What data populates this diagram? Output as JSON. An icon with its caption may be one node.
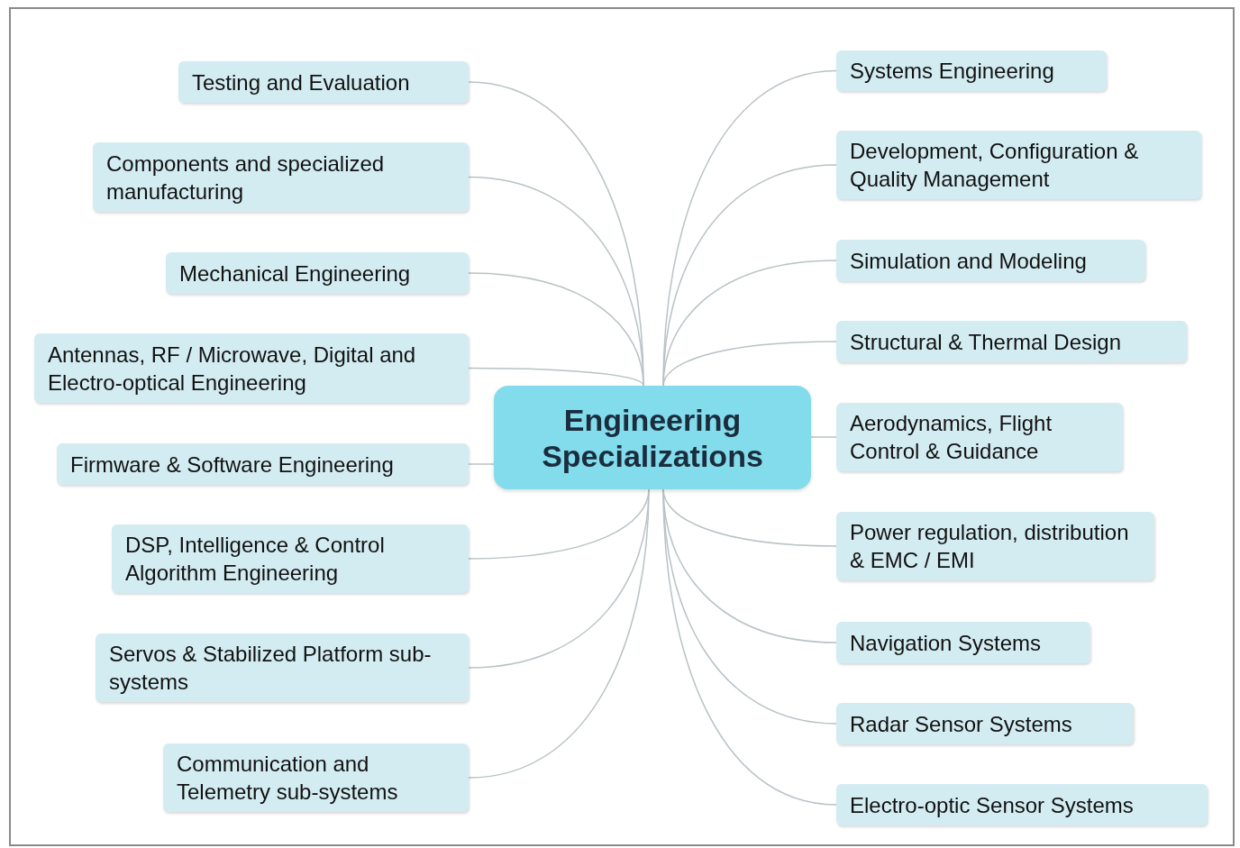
{
  "diagram": {
    "nodes": [
      {
        "text": [
          "Engineering Specializations"
        ]
      },
      {
        "text": [
          "Testing and Evaluation"
        ]
      },
      {
        "text": [
          "Components and specialized manufacturing"
        ]
      },
      {
        "text": [
          "Mechanical Engineering"
        ]
      },
      {
        "text": [
          "Antennas, RF / Microwave, Digital and Electro-optical Engineering"
        ]
      },
      {
        "text": [
          "Firmware & Software Engineering"
        ]
      },
      {
        "text": [
          "DSP, Intelligence & Control Algorithm Engineering"
        ]
      },
      {
        "text": [
          "Servos & Stabilized Platform sub-systems"
        ]
      },
      {
        "text": [
          "Communication and Telemetry sub-systems"
        ]
      },
      {
        "text": [
          "Systems Engineering"
        ]
      },
      {
        "text": [
          "Development, Configuration & Quality Management"
        ]
      },
      {
        "text": [
          "Simulation and Modeling"
        ]
      },
      {
        "text": [
          "Structural & Thermal Design"
        ]
      },
      {
        "text": [
          "Aerodynamics, Flight Control & Guidance"
        ]
      },
      {
        "text": [
          "Power regulation, distribution & EMC / EMI"
        ]
      },
      {
        "text": [
          "Navigation Systems"
        ]
      },
      {
        "text": [
          "Radar Sensor Systems"
        ]
      },
      {
        "text": [
          "Electro-optic Sensor Systems"
        ]
      }
    ],
    "edges": [
      {
        "from": 0,
        "to": 1,
        "arrow": "none"
      },
      {
        "from": 0,
        "to": 2,
        "arrow": "none"
      },
      {
        "from": 0,
        "to": 3,
        "arrow": "none"
      },
      {
        "from": 0,
        "to": 4,
        "arrow": "none"
      },
      {
        "from": 0,
        "to": 5,
        "arrow": "none"
      },
      {
        "from": 0,
        "to": 6,
        "arrow": "none"
      },
      {
        "from": 0,
        "to": 7,
        "arrow": "none"
      },
      {
        "from": 0,
        "to": 8,
        "arrow": "none"
      },
      {
        "from": 0,
        "to": 9,
        "arrow": "none"
      },
      {
        "from": 0,
        "to": 10,
        "arrow": "none"
      },
      {
        "from": 0,
        "to": 11,
        "arrow": "none"
      },
      {
        "from": 0,
        "to": 12,
        "arrow": "none"
      },
      {
        "from": 0,
        "to": 13,
        "arrow": "none"
      },
      {
        "from": 0,
        "to": 14,
        "arrow": "none"
      },
      {
        "from": 0,
        "to": 15,
        "arrow": "none"
      },
      {
        "from": 0,
        "to": 16,
        "arrow": "none"
      },
      {
        "from": 0,
        "to": 17,
        "arrow": "none"
      }
    ]
  }
}
